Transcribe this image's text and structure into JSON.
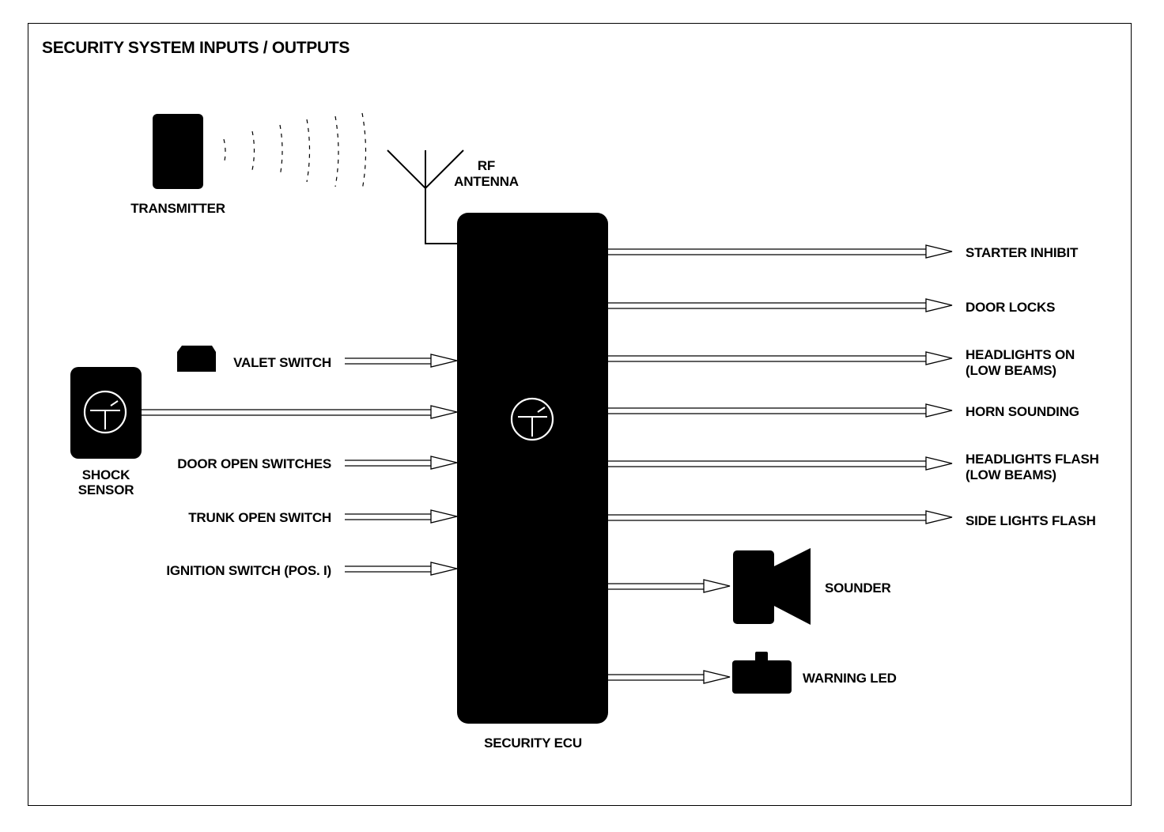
{
  "title": "SECURITY SYSTEM INPUTS / OUTPUTS",
  "components": {
    "transmitter": "TRANSMITTER",
    "rf_antenna": [
      "RF",
      "ANTENNA"
    ],
    "ecu": "SECURITY ECU",
    "shock_sensor": [
      "SHOCK",
      "SENSOR"
    ]
  },
  "inputs": [
    "VALET SWITCH",
    "DOOR OPEN SWITCHES",
    "TRUNK OPEN SWITCH",
    "IGNITION SWITCH (POS. I)"
  ],
  "outputs": [
    [
      "STARTER INHIBIT"
    ],
    [
      "DOOR LOCKS"
    ],
    [
      "HEADLIGHTS ON",
      "(LOW BEAMS)"
    ],
    [
      "HORN SOUNDING"
    ],
    [
      "HEADLIGHTS FLASH",
      "(LOW BEAMS)"
    ],
    [
      "SIDE LIGHTS FLASH"
    ]
  ],
  "output_devices": {
    "sounder": "SOUNDER",
    "warning_led": "WARNING LED"
  },
  "colors": {
    "ink": "#000000",
    "paper": "#ffffff"
  }
}
